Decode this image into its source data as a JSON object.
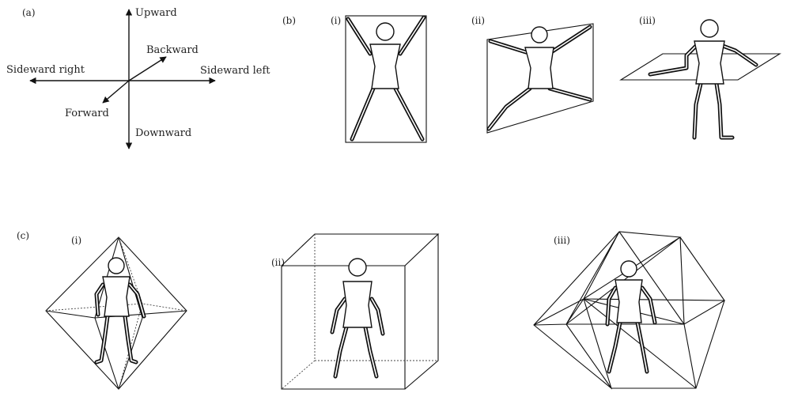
{
  "panels": {
    "a": "(a)",
    "b": "(b)",
    "c": "(c)",
    "i": "(i)",
    "ii": "(ii)",
    "iii": "(iii)"
  },
  "directions": {
    "up": "Upward",
    "down": "Downward",
    "back": "Backward",
    "forward": "Forward",
    "right": "Sideward right",
    "left": "Sideward left"
  }
}
